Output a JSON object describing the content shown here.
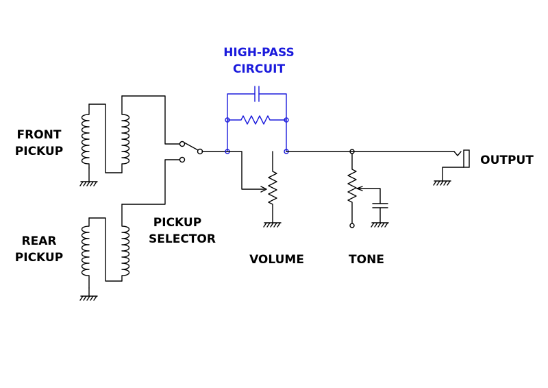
{
  "labels": {
    "high_pass_line1": "HIGH-PASS",
    "high_pass_line2": "CIRCUIT",
    "front_pickup_line1": "FRONT",
    "front_pickup_line2": "PICKUP",
    "rear_pickup_line1": "REAR",
    "rear_pickup_line2": "PICKUP",
    "pickup_selector_line1": "PICKUP",
    "pickup_selector_line2": "SELECTOR",
    "volume": "VOLUME",
    "tone": "TONE",
    "output": "OUTPUT"
  },
  "colors": {
    "high_pass": "#1a1adc",
    "wiring": "#000000"
  }
}
